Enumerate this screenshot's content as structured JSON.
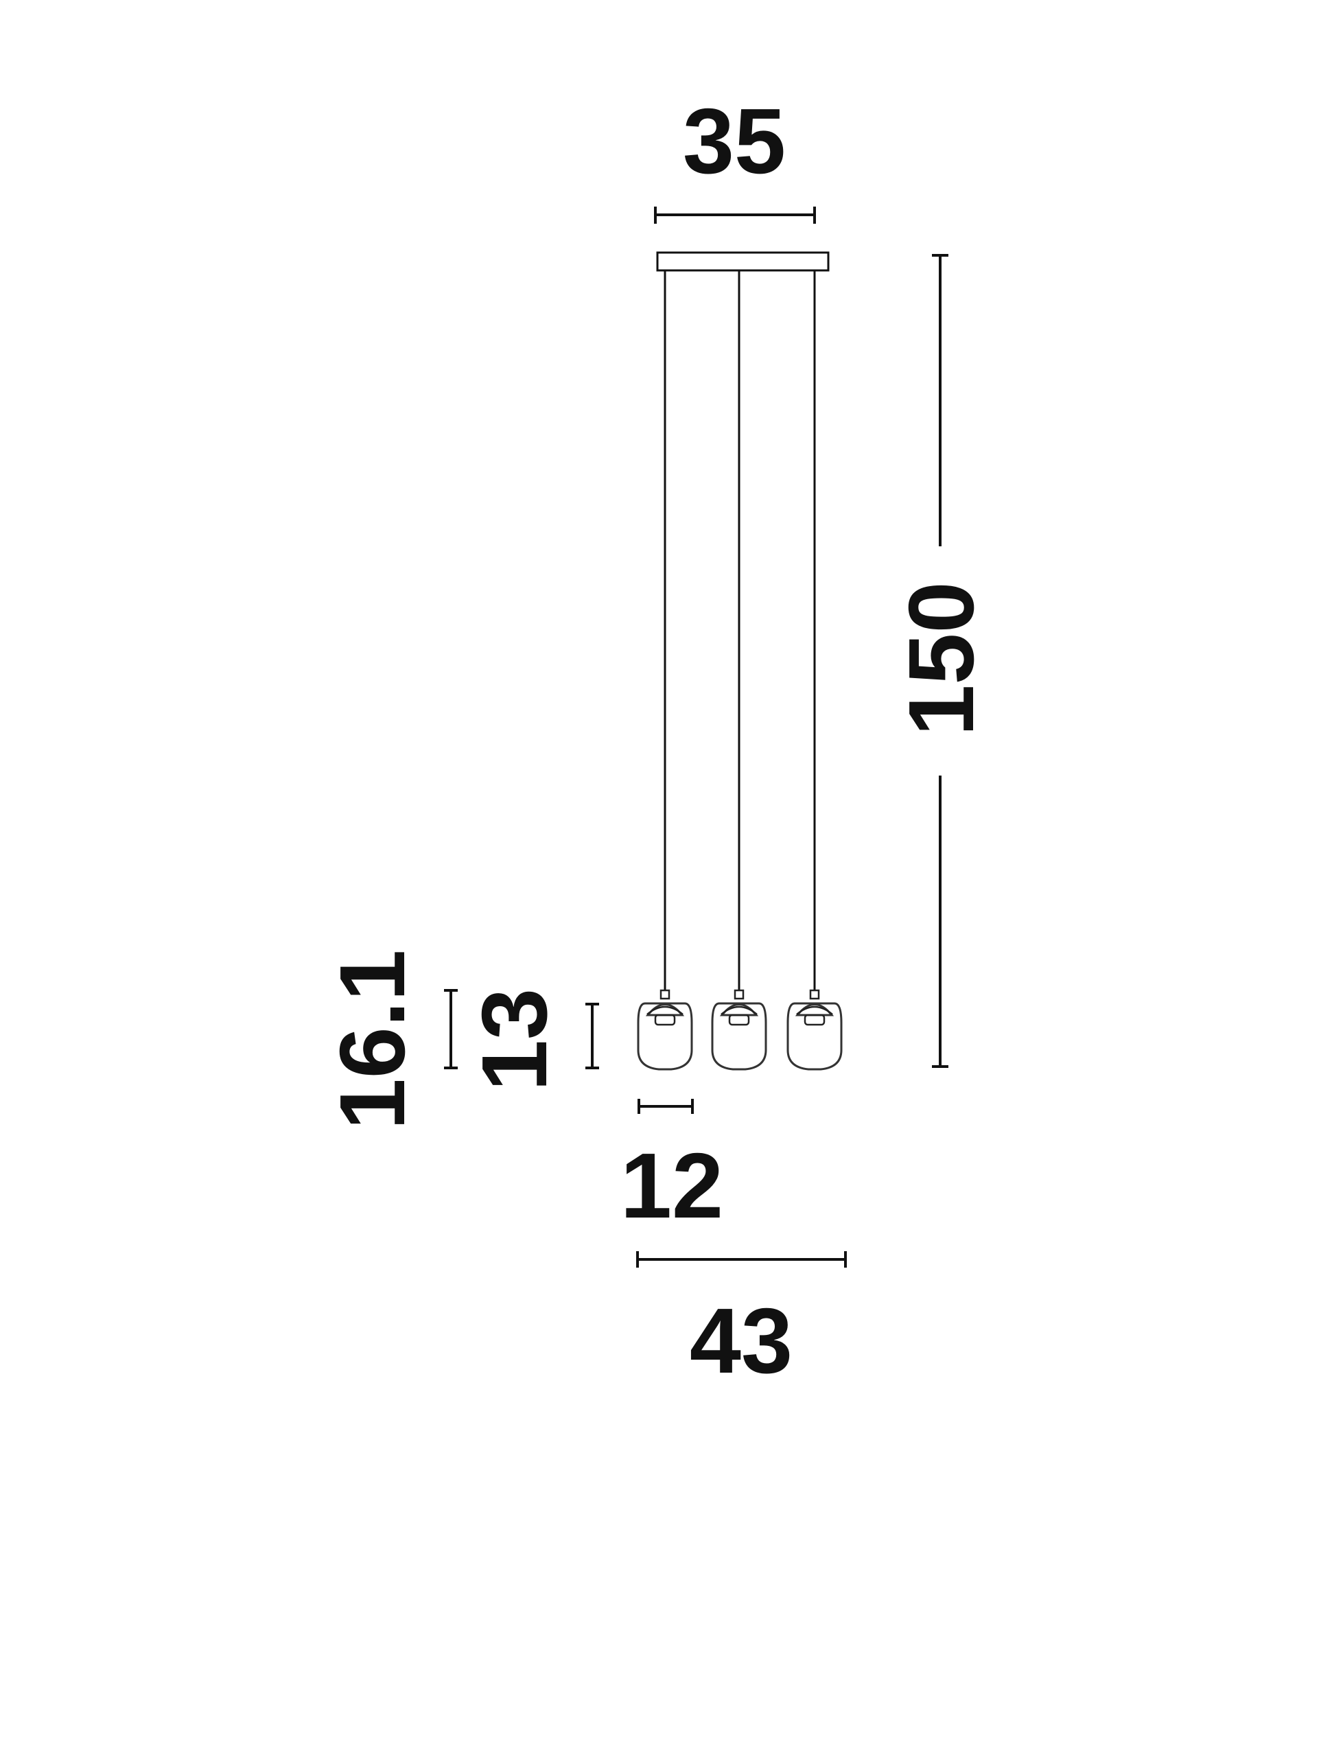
{
  "dimensions": {
    "canopy_width": "35",
    "total_height": "150",
    "overall_shade_height": "16.1",
    "shade_height": "13",
    "shade_width": "12",
    "total_width": "43"
  },
  "colors": {
    "ink": "#111111",
    "background": "#ffffff"
  }
}
